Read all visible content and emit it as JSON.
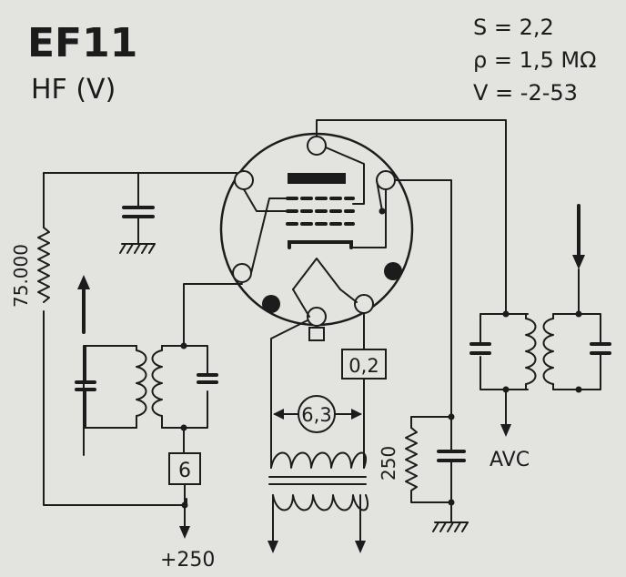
{
  "title": {
    "tube": "EF11",
    "type": "HF (V)"
  },
  "specs": {
    "s": "S = 2,2",
    "rho": "ρ = 1,5 MΩ",
    "v": "V = -2-53"
  },
  "labels": {
    "resistor_left": "75.000",
    "resistor_right": "250",
    "avc": "AVC",
    "supply": "+250",
    "heater": "6,3",
    "box_6": "6",
    "box_02": "0,2"
  },
  "colors": {
    "paper": "#e3e3e0",
    "ink": "#1c1c1c"
  }
}
